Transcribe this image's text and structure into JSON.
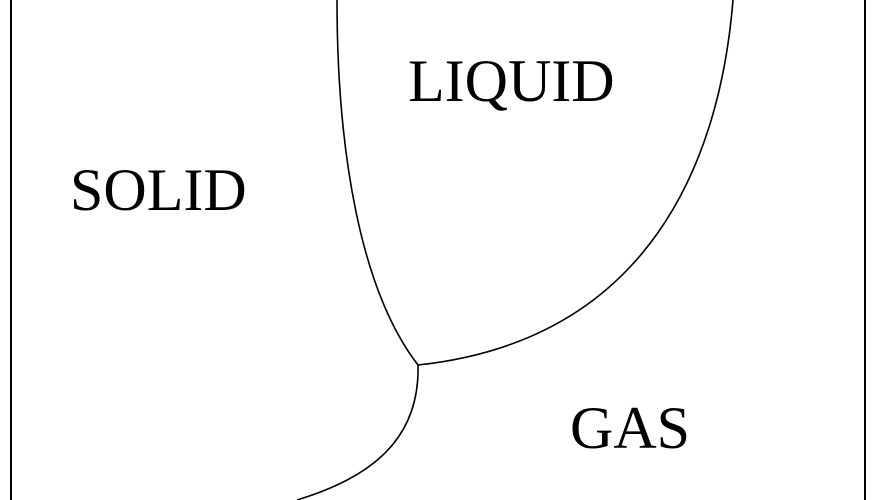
{
  "diagram": {
    "regions": {
      "solid": "SOLID",
      "liquid": "LIQUID",
      "gas": "GAS"
    },
    "colors": {
      "line": "#000000",
      "background": "#ffffff"
    }
  }
}
